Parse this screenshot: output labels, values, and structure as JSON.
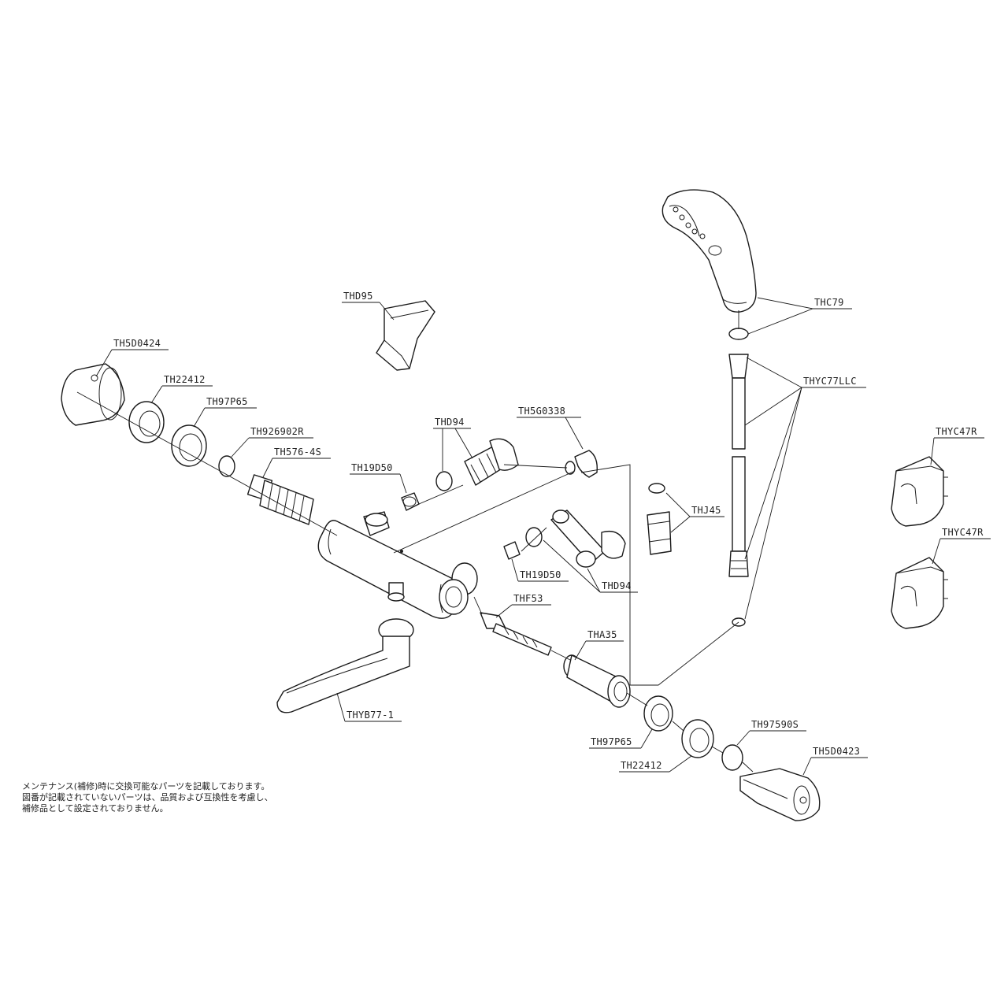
{
  "labels": {
    "shower_head": "THC79",
    "hose": "THYC77LLC",
    "holder_top": "THYC47R",
    "holder_bottom": "THYC47R",
    "hook": "THD95",
    "handle_left": "TH5D0424",
    "nut_left": "TH22412",
    "ring_left": "TH97P65",
    "washer_left": "TH926902R",
    "cartridge": "TH576-4S",
    "check_top": "THD94",
    "elbow": "TH5G0338",
    "filter_top": "TH19D50",
    "adapter": "THJ45",
    "filter_bottom": "TH19D50",
    "check_bottom": "THD94",
    "spindle": "THF53",
    "valve_unit": "THA35",
    "spout": "THYB77-1",
    "ring_right": "TH97P65",
    "nut_right": "TH22412",
    "washer_right": "TH97590S",
    "handle_right": "TH5D0423"
  },
  "note": {
    "line1": "メンテナンス(補修)時に交換可能なパーツを記載しております。",
    "line2": "図番が記載されていないパーツは、品質および互換性を考慮し、",
    "line3": "補修品として設定されておりません。"
  }
}
